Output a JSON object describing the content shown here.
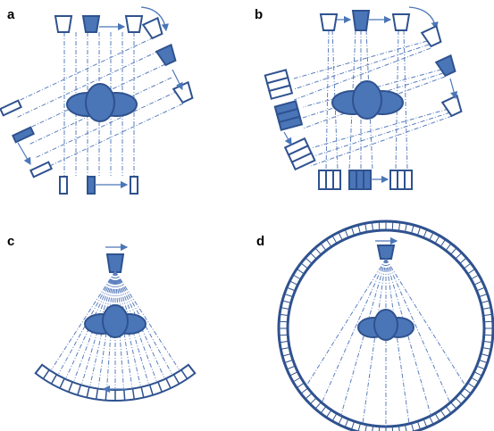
{
  "panels": {
    "a": {
      "label": "a"
    },
    "b": {
      "label": "b"
    },
    "c": {
      "label": "c"
    },
    "d": {
      "label": "d"
    }
  },
  "colors": {
    "outline": "#2f528f",
    "fill": "#4a76b8",
    "background": "#ffffff"
  }
}
